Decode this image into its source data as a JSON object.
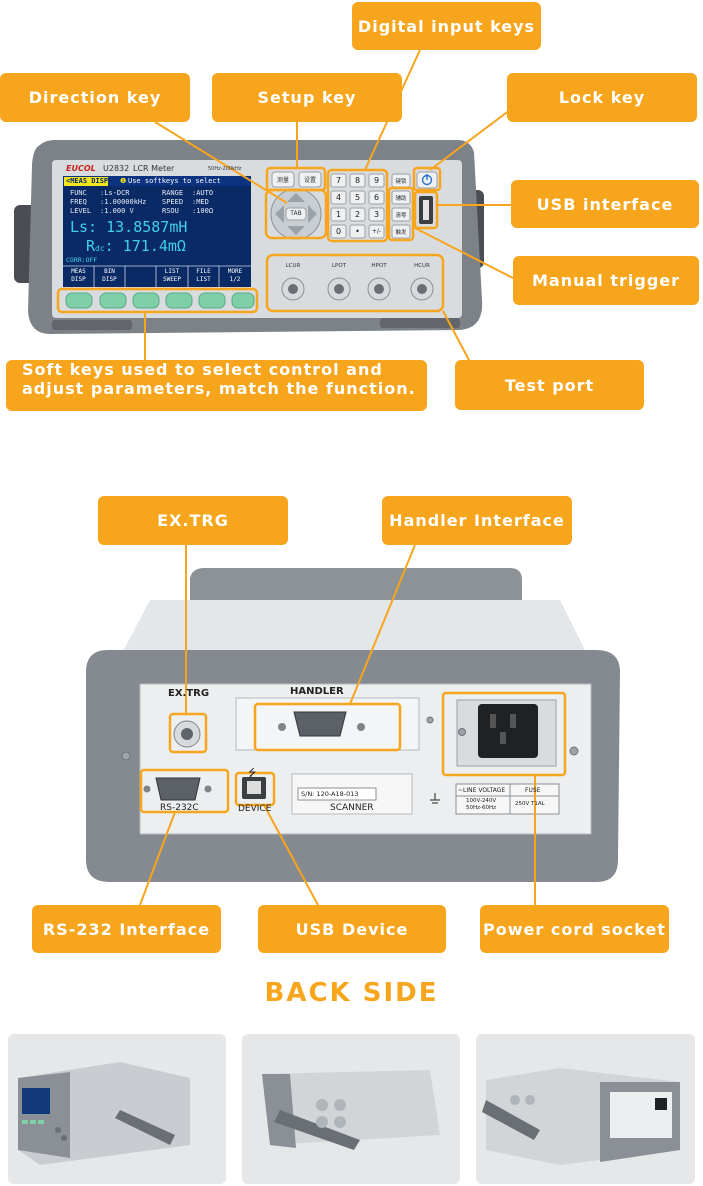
{
  "callouts": {
    "digital_input_keys": "Digital input keys",
    "direction_key": "Direction key",
    "setup_key": "Setup key",
    "lock_key": "Lock key",
    "usb_interface": "USB interface",
    "manual_trigger": "Manual trigger",
    "soft_keys_line1": "Soft keys used to select control and",
    "soft_keys_line2": "adjust parameters, match the function.",
    "test_port": "Test port",
    "ex_trg": "EX.TRG",
    "handler_interface": "Handler Interface",
    "rs232_interface": "RS-232 Interface",
    "usb_device": "USB Device",
    "power_cord_socket": "Power cord socket"
  },
  "section_title": "BACK SIDE",
  "front_panel": {
    "brand": "EUCOL",
    "model": "U2832",
    "model_name": "LCR Meter",
    "freq_range": "50Hz-200kHz",
    "screen": {
      "mode_tab": "<MEAS DISP>",
      "hint": "Use softkeys to select",
      "func_label": "FUNC",
      "func_value": ":Ls-DCR",
      "range_label": "RANGE",
      "range_value": ":AUTO",
      "freq_label": "FREQ",
      "freq_value": ":1.00000kHz",
      "speed_label": "SPEED",
      "speed_value": ":MED",
      "level_label": "LEVEL",
      "level_value": ":1.000 V",
      "rsou_label": "RSOU",
      "rsou_value": ":100Ω",
      "primary": "Ls: 13.8587mH",
      "secondary_label": "R",
      "secondary_sub": "dc",
      "secondary_value": ": 171.4mΩ",
      "corr": "CORR:OFF",
      "softkeys": [
        "MEAS\nDISP",
        "BIN\nDISP",
        "",
        "LIST\nSWEEP",
        "FILE\nLIST",
        "MORE\n1/2"
      ]
    },
    "setup_buttons": [
      "测量",
      "设置"
    ],
    "tab_label": "TAB",
    "digit_keys": [
      "7",
      "8",
      "9",
      "4",
      "5",
      "6",
      "1",
      "2",
      "3",
      "0",
      "•",
      "+/-"
    ],
    "side_keys": [
      "键锁",
      "辅助",
      "清零",
      "触发"
    ],
    "ports": [
      "LCUR",
      "LPOT",
      "HPOT",
      "HCUR"
    ]
  },
  "back_panel": {
    "ex_trg_label": "EX.TRG",
    "handler_label": "HANDLER",
    "rs232_label": "RS-232C",
    "device_label": "DEVICE",
    "serial_label": "S/N: 120-A18-013",
    "scanner_label": "SCANNER",
    "line_voltage_header": "~LINE VOLTAGE",
    "fuse_header": "FUSE",
    "line_voltage_value1": "100V-240V",
    "line_voltage_value2": "50Hz-60Hz",
    "fuse_value": "250V T1AL"
  },
  "colors": {
    "accent": "#f7a51c",
    "device_gray": "#8b9096",
    "screen_bg": "#0a2a66"
  }
}
